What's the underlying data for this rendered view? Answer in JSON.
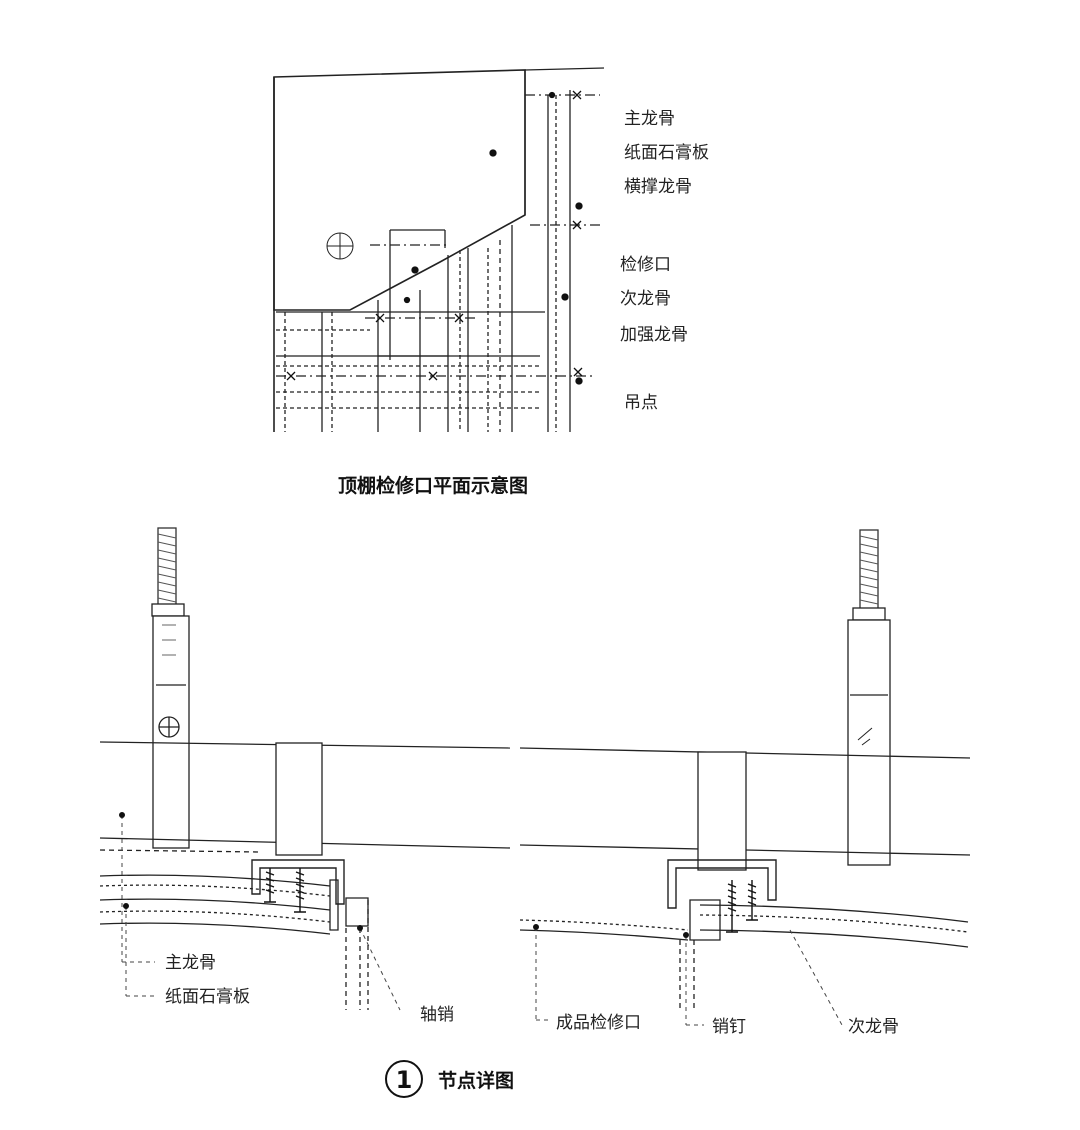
{
  "plan": {
    "title": "顶棚检修口平面示意图",
    "labels": {
      "main_keel": "主龙骨",
      "gypsum_board": "纸面石膏板",
      "cross_keel": "横撑龙骨",
      "access_door": "检修口",
      "secondary_keel": "次龙骨",
      "reinforce_keel": "加强龙骨",
      "hanging_point": "吊点"
    }
  },
  "detail": {
    "number": "1",
    "title": "节点详图",
    "labels": {
      "main_keel": "主龙骨",
      "gypsum_board": "纸面石膏板",
      "pivot_pin": "轴销",
      "finished_access_door": "成品检修口",
      "pin_nail": "销钉",
      "secondary_keel": "次龙骨"
    }
  }
}
